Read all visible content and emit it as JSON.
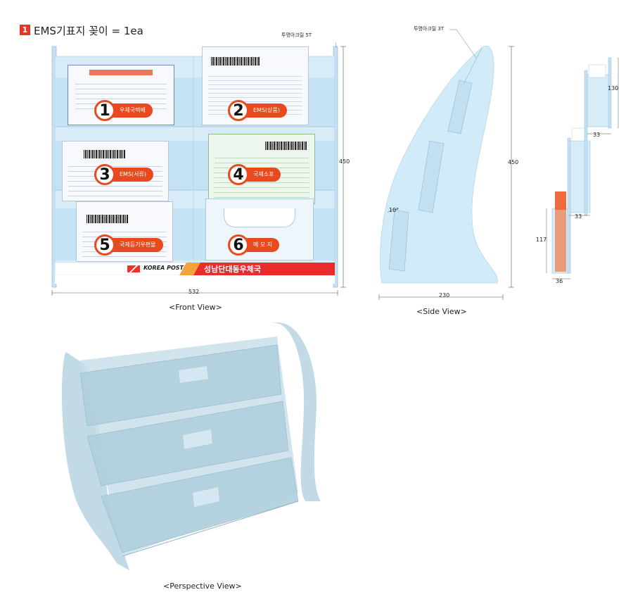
{
  "title": {
    "badge": "1",
    "text": "EMS기표지 꽂이 = 1ea"
  },
  "front": {
    "caption": "<Front View>",
    "callout": "투명아크릴 5T",
    "width_dim": "532",
    "height_dim": "450",
    "items": [
      {
        "num": "1",
        "label": "우체국택배"
      },
      {
        "num": "2",
        "label": "EMS(상품)"
      },
      {
        "num": "3",
        "label": "EMS(서류)"
      },
      {
        "num": "4",
        "label": "국제소포"
      },
      {
        "num": "5",
        "label": "국제등기우편물"
      },
      {
        "num": "6",
        "label": "메 모 지"
      }
    ],
    "brand": "KOREA POST",
    "office": "성남단대동우체국"
  },
  "side": {
    "caption": "<Side View>",
    "callout": "투명아크릴 3T",
    "height_dim": "450",
    "width_dim": "230",
    "angle": "10°"
  },
  "detail": {
    "dims": [
      "130",
      "33",
      "33",
      "117",
      "36"
    ]
  },
  "perspective": {
    "caption": "<Perspective View>"
  },
  "colors": {
    "acrylic": "#cfe6f5",
    "accent": "#e8491d",
    "red_band": "#e82b2b",
    "badge": "#e8352a"
  }
}
